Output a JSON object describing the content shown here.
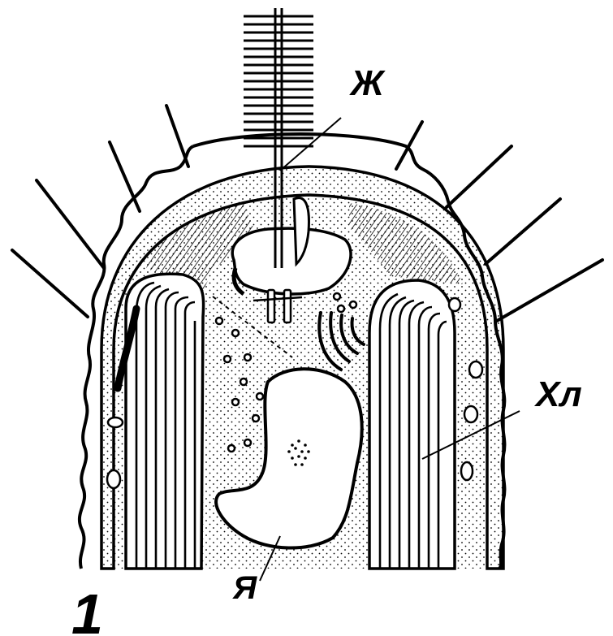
{
  "labels": {
    "zh": "Ж",
    "khl": "Хл",
    "ya": "Я",
    "fig_number": "1"
  },
  "colors": {
    "ink": "#000000",
    "paper": "#ffffff"
  }
}
